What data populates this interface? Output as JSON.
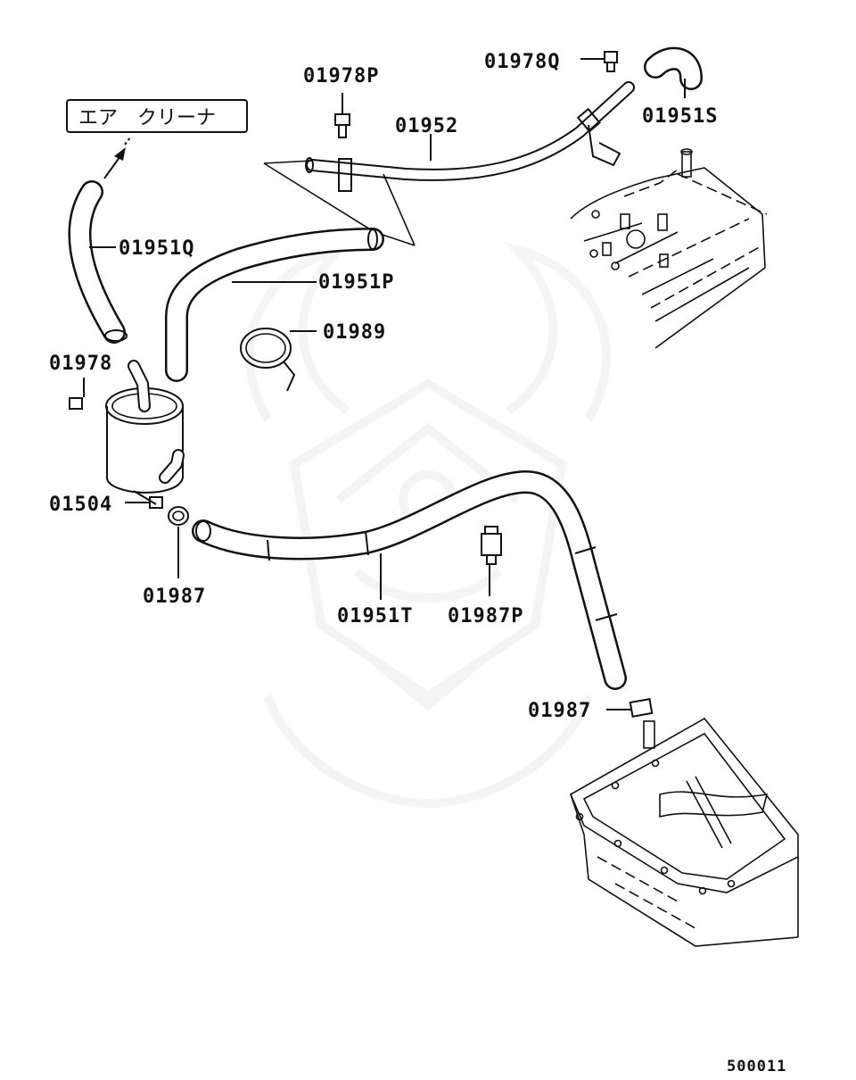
{
  "callouts": {
    "air_cleaner": "エア　クリーナ",
    "p01978P": "01978P",
    "p01978Q": "01978Q",
    "p01952": "01952",
    "p01951S": "01951S",
    "p01951Q": "01951Q",
    "p01951P": "01951P",
    "p01989": "01989",
    "p01978": "01978",
    "p01504": "01504",
    "p01987_left": "01987",
    "p01951T": "01951T",
    "p01987P": "01987P",
    "p01987_right": "01987"
  },
  "diagram_code": "500011",
  "watermark": "samurai-mask-watermark"
}
